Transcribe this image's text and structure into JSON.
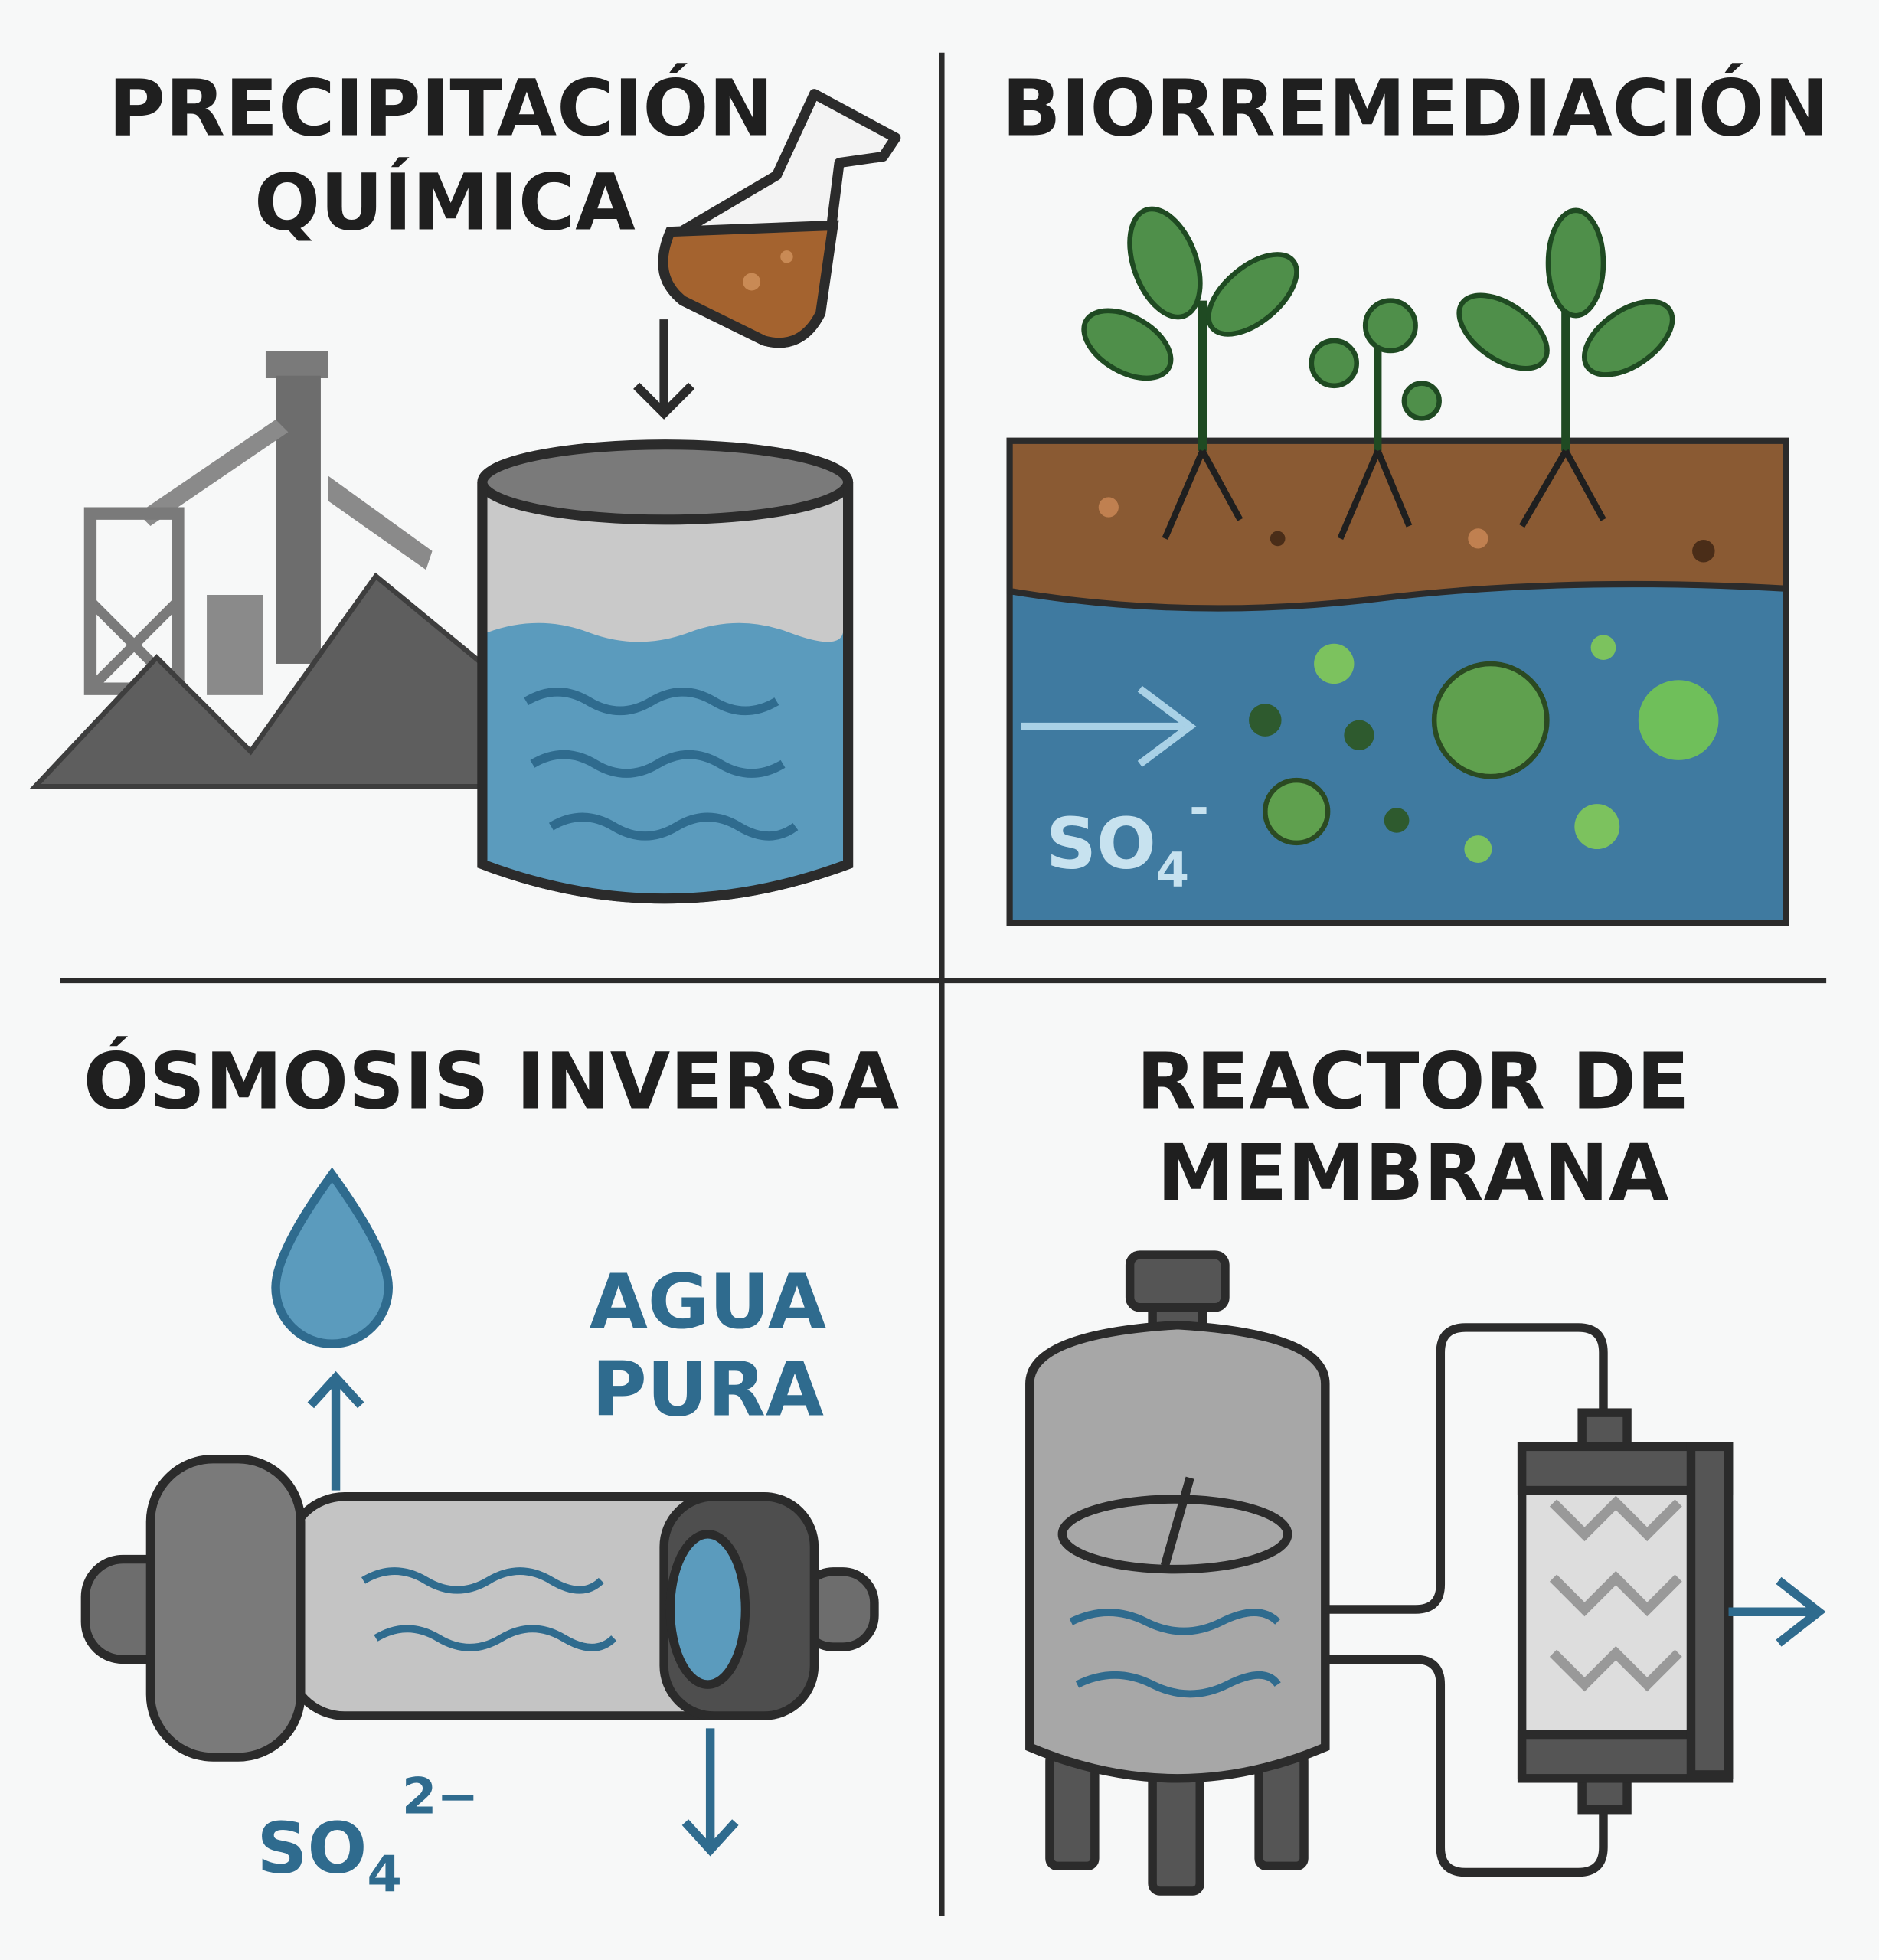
{
  "colors": {
    "background": "#f7f8f8",
    "outline": "#2b2b2b",
    "water": "#5b9bbd",
    "soil": "#8a5a33",
    "plant": "#4f8f4a",
    "microbe": "#5fa04e",
    "machine_gray": "#8a8a8a",
    "label_blue": "#2f6b8e"
  },
  "panels": {
    "precipitation": {
      "title_line1": "PRECIPITACIÓN",
      "title_line2": "QUÍMICA"
    },
    "bioremediation": {
      "title": "BIORREMEDIACIÓN",
      "ion": "SO",
      "ion_sub": "4",
      "ion_sup": "-"
    },
    "reverse_osmosis": {
      "title": "ÓSMOSIS INVERSA",
      "label_line1": "AGUA",
      "label_line2": "PURA",
      "ion": "SO",
      "ion_sub": "4",
      "ion_sup": "2−"
    },
    "membrane_reactor": {
      "title_line1": "REACTOR DE",
      "title_line2": "MEMBRANA"
    }
  }
}
